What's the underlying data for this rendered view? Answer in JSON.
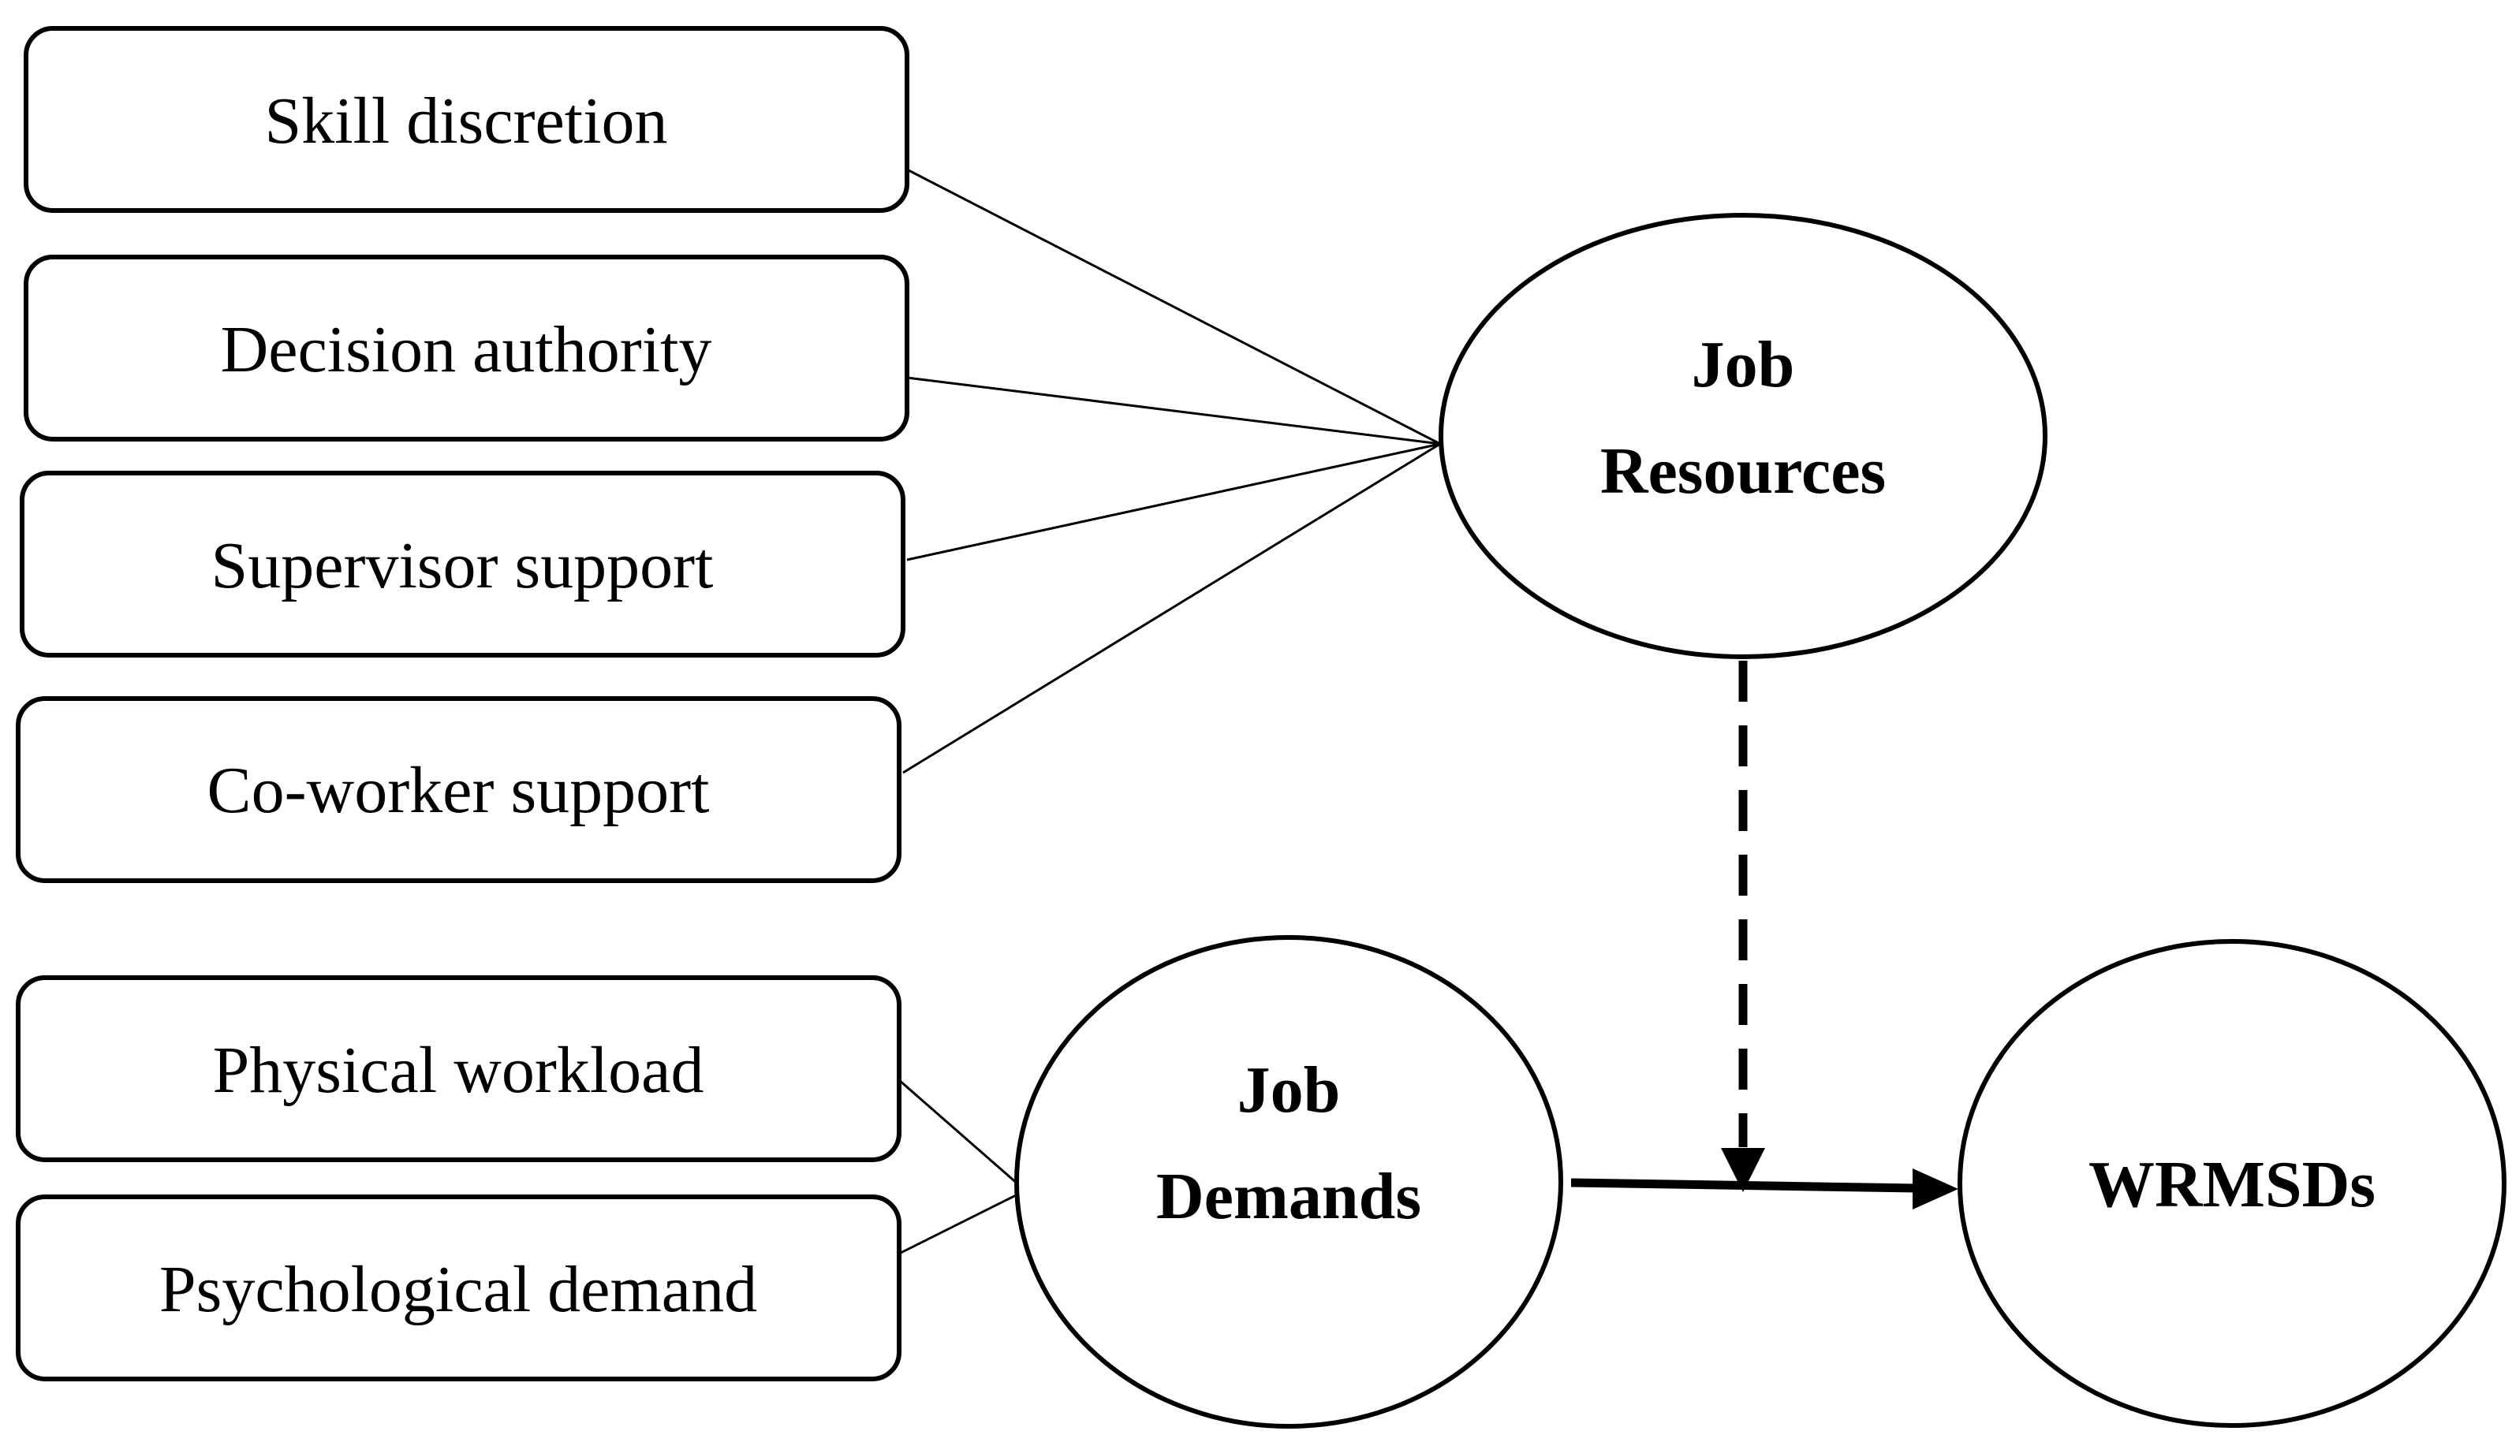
{
  "indicators": {
    "skill_discretion": "Skill discretion",
    "decision_authority": "Decision authority",
    "supervisor_support": "Supervisor support",
    "coworker_support": "Co-worker support",
    "physical_workload": "Physical workload",
    "psychological_demand": "Psychological demand"
  },
  "constructs": {
    "job_resources": {
      "line1": "Job",
      "line2": "Resources"
    },
    "job_demands": {
      "line1": "Job",
      "line2": "Demands"
    },
    "wrmsds": "WRMSDs"
  }
}
